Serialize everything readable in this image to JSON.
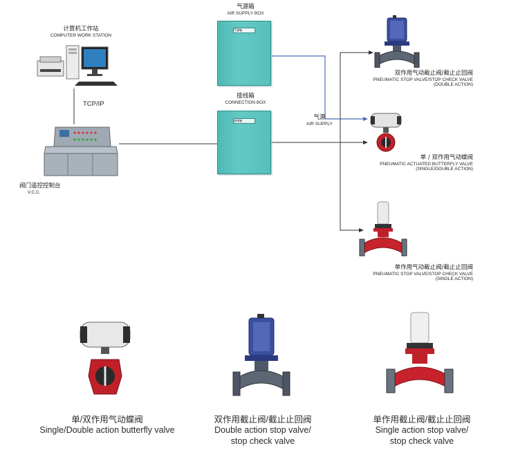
{
  "colors": {
    "box_teal": "#5cc4c0",
    "wire_blue": "#4a6fb5",
    "wire_black": "#333333",
    "valve_red": "#c0202a",
    "valve_blue": "#3a4fa0"
  },
  "nodes": {
    "computer_station": {
      "zh": "计算机工作站",
      "en": "COMPUTER WORK STATION"
    },
    "tcp_ip": "TCP/IP",
    "vcc": {
      "zh": "阀门遥控控制台",
      "en": "V.C.C."
    },
    "air_supply_box": {
      "zh": "气源箱",
      "en": "AIR SUPPLY BOX",
      "tag": "气源箱"
    },
    "connection_box": {
      "zh": "接线箱",
      "en": "CONNECTION BOX",
      "tag": "接线箱"
    },
    "air_supply": {
      "zh": "气源",
      "en": "AIR SUPPLY"
    }
  },
  "valves": [
    {
      "zh": "双作用气动截止阀/截止止回阀",
      "en1": "PNEUMATIC STOP VALVE/STOP CHECK VALVE",
      "en2": "(DOUBLE ACTION)"
    },
    {
      "zh": "单 / 双作用气动蝶阀",
      "en1": "PNEUMATIC ACTUATED BUTTERFLY VALVE",
      "en2": "(SINGLE/DOUBLE ACTION)"
    },
    {
      "zh": "单作用气动截止阀/截止止回阀",
      "en1": "PNEUMATIC STOP VALVE/STOP CHECK VALVE",
      "en2": "(SINGLE ACTION)"
    }
  ],
  "captions": [
    {
      "zh": "单/双作用气动蝶阀",
      "en1": "Single/Double action butterfly valve",
      "en2": ""
    },
    {
      "zh": "双作用截止阀/截止止回阀",
      "en1": "Double action stop valve/",
      "en2": "stop check valve"
    },
    {
      "zh": "单作用截止阀/截止止回阀",
      "en1": "Single action stop valve/",
      "en2": "stop check valve"
    }
  ]
}
